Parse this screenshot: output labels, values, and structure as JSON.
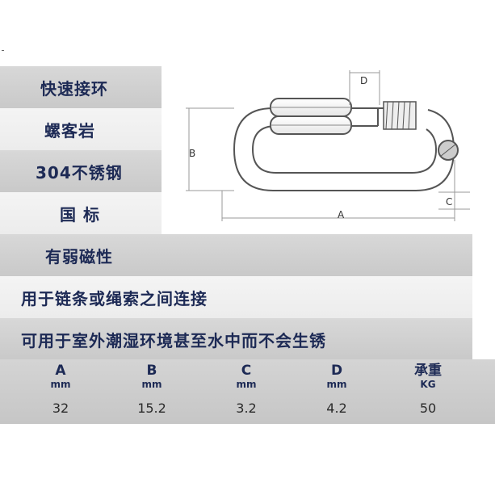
{
  "features": [
    "快速接环",
    "螺客岩",
    "304不锈钢",
    "国 标",
    "有弱磁性",
    "用于链条或绳索之间连接",
    "可用于室外潮湿环境甚至水中而不会生锈"
  ],
  "diagram": {
    "label_a": "A",
    "label_b": "B",
    "label_c": "C",
    "label_d": "D"
  },
  "spec_table": {
    "columns": [
      {
        "header": "A",
        "unit": "mm",
        "value": "32"
      },
      {
        "header": "B",
        "unit": "mm",
        "value": "15.2"
      },
      {
        "header": "C",
        "unit": "mm",
        "value": "3.2"
      },
      {
        "header": "D",
        "unit": "mm",
        "value": "4.2"
      },
      {
        "header": "承重",
        "unit": "KG",
        "value": "50"
      }
    ]
  }
}
